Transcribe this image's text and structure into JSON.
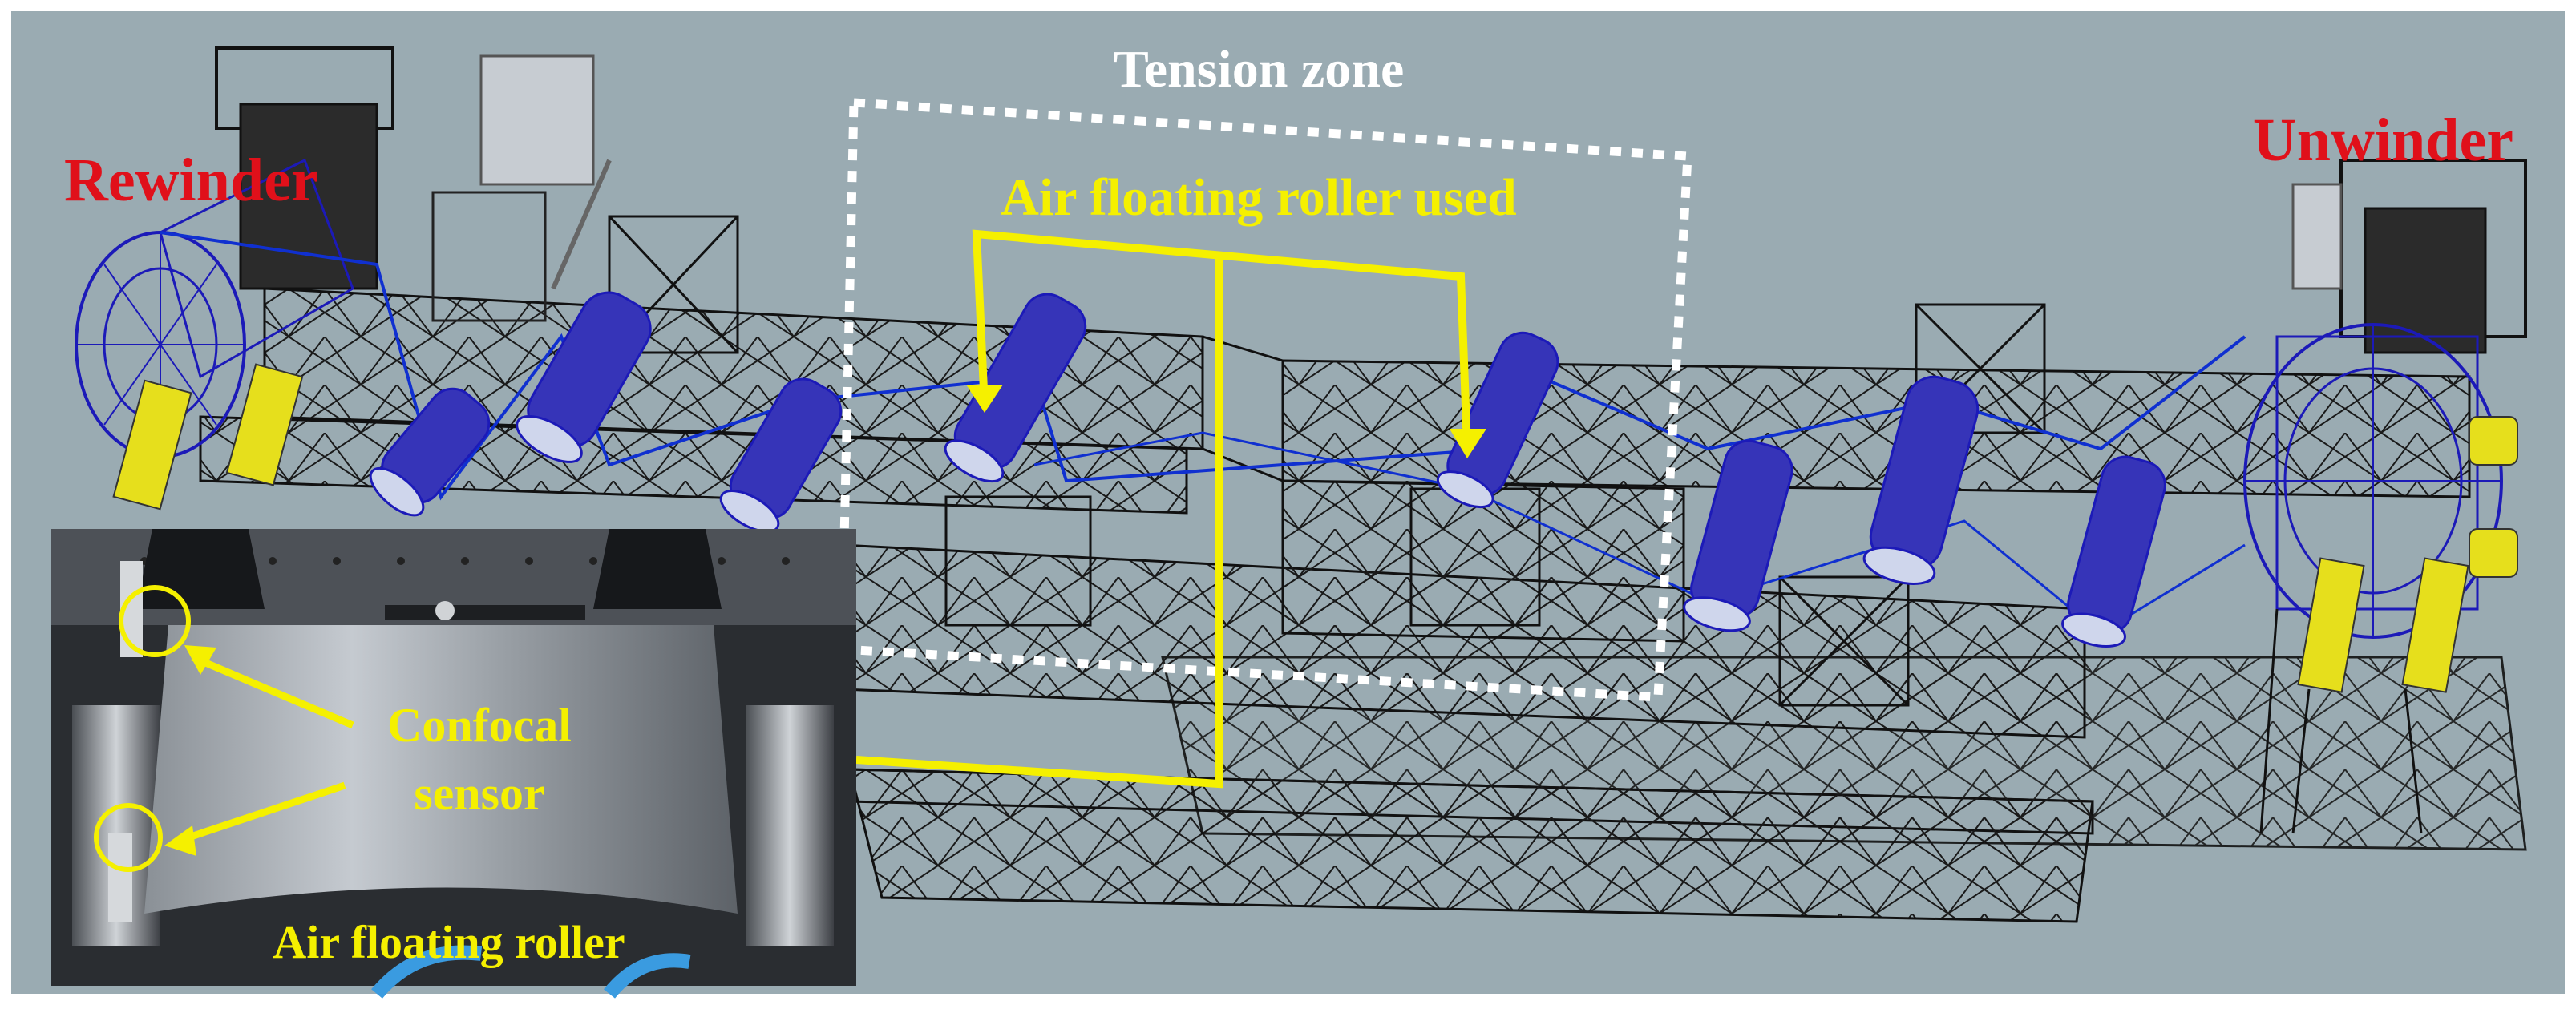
{
  "labels": {
    "tension_zone": "Tension zone",
    "rewinder": "Rewinder",
    "unwinder": "Unwinder",
    "air_floating_roller_used": "Air floating roller used",
    "confocal_line1": "Confocal",
    "confocal_line2": "sensor",
    "air_floating_roller": "Air floating roller"
  },
  "colors": {
    "background": "#9aabb2",
    "highlight_yellow": "#f5f000",
    "label_red": "#e0101a",
    "label_white": "#ffffff",
    "wireframe": "#111111",
    "roller_blue": "#1c1ab8",
    "web_line_blue": "#1030d0",
    "photo_dark": "#2a2d31",
    "photo_mid": "#6b7077"
  }
}
